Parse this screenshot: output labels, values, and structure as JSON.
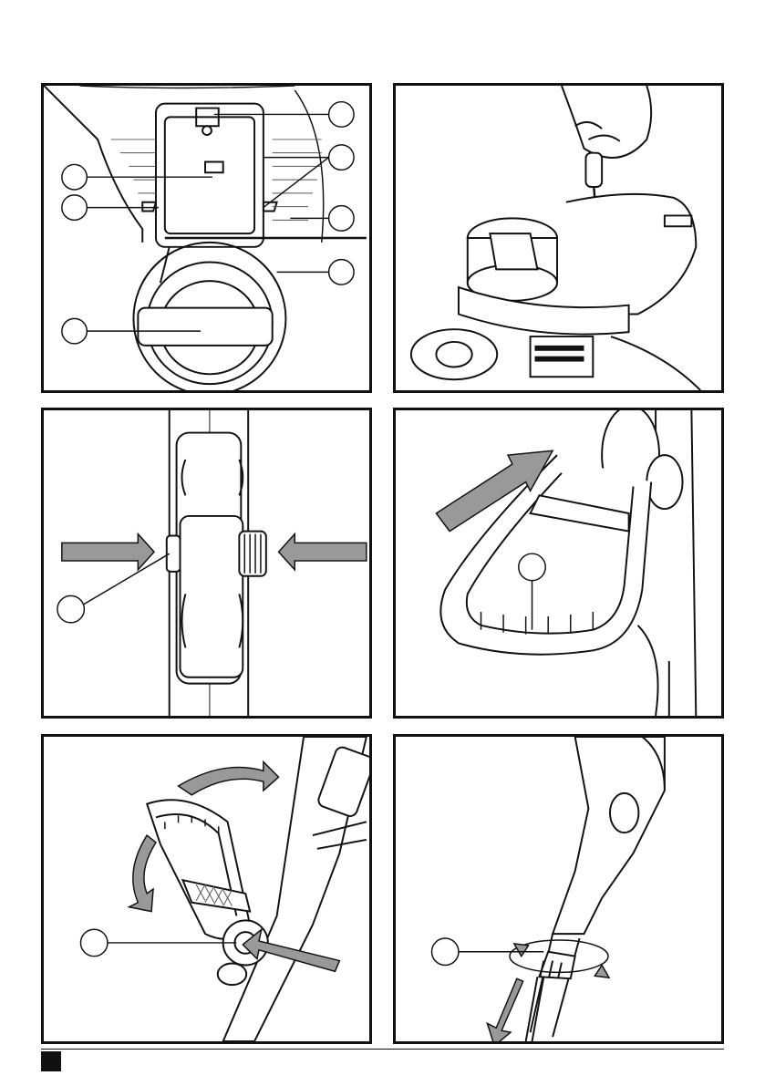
{
  "page": {
    "figures": [
      {
        "id": "figure-1",
        "callouts": 7,
        "icons": [
          "guard-clip-icon",
          "spool-cover-icon"
        ]
      },
      {
        "id": "figure-2",
        "callouts": 0,
        "icons": [
          "hand-icon",
          "screwdriver-icon",
          "guard-icon",
          "wheel-icon"
        ]
      },
      {
        "id": "figure-3",
        "callouts": 1,
        "icons": [
          "press-arrow-left-icon",
          "press-arrow-right-icon",
          "release-button-icon"
        ]
      },
      {
        "id": "figure-4",
        "callouts": 1,
        "icons": [
          "handle-icon",
          "slide-arrow-icon"
        ]
      },
      {
        "id": "figure-5",
        "callouts": 1,
        "icons": [
          "rotate-arrow-icon",
          "handle-icon",
          "insert-arrow-icon"
        ]
      },
      {
        "id": "figure-6",
        "callouts": 1,
        "icons": [
          "twist-collar-icon",
          "extend-arrow-icon"
        ]
      }
    ],
    "colors": {
      "line": "#111111",
      "arrow_fill": "#999999",
      "background": "#ffffff"
    }
  }
}
